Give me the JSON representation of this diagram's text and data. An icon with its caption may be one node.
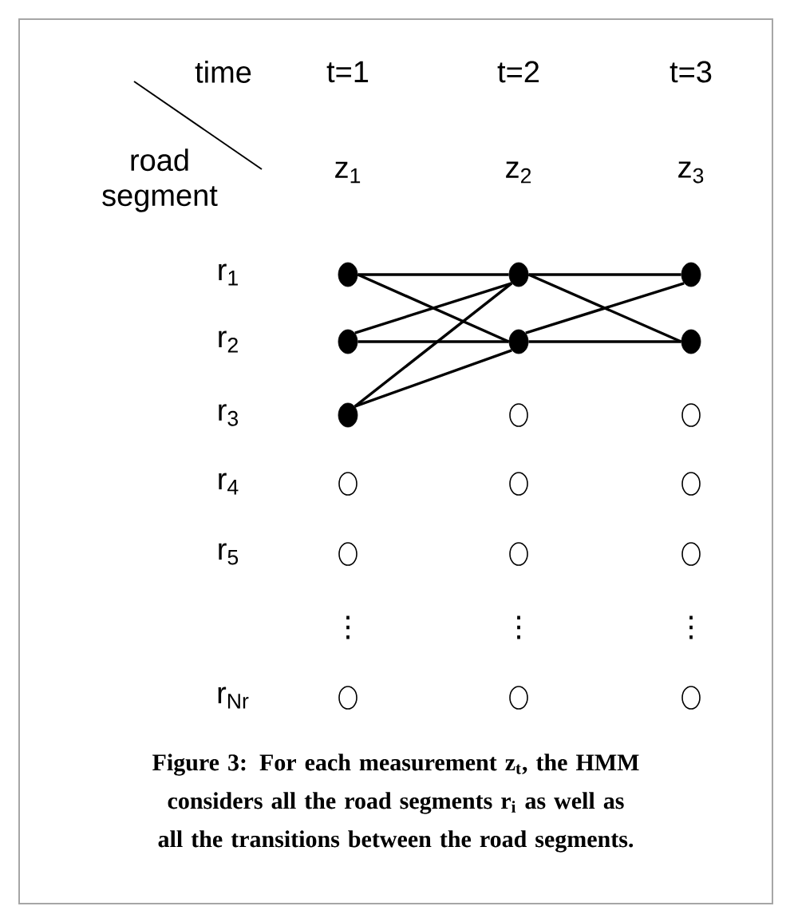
{
  "diagram": {
    "caption": "Figure 3: For each measurement z$_{t}$, the HMM considers all the road segments r$_{i}$ as well as all the transitions between the road segments.",
    "nodes": [
      {
        "text": [],
        "shape": "dot"
      },
      {
        "text": [],
        "shape": "dot"
      },
      {
        "text": [],
        "shape": "dot"
      },
      {
        "text": [],
        "shape": "dot"
      },
      {
        "text": [],
        "shape": "dot"
      },
      {
        "text": [],
        "shape": "dot"
      },
      {
        "text": [],
        "shape": "dot"
      },
      {
        "text": [],
        "shape": "circle"
      },
      {
        "text": [],
        "shape": "circle"
      },
      {
        "text": [],
        "shape": "circle"
      },
      {
        "text": [],
        "shape": "circle"
      },
      {
        "text": [],
        "shape": "circle"
      },
      {
        "text": [],
        "shape": "circle"
      },
      {
        "text": [],
        "shape": "circle"
      },
      {
        "text": [],
        "shape": "circle"
      },
      {
        "text": [],
        "shape": "circle"
      },
      {
        "text": [],
        "shape": "circle"
      },
      {
        "text": [],
        "shape": "circle"
      }
    ],
    "edges": [
      {
        "from": 0,
        "to": 1,
        "arrow": "none"
      },
      {
        "from": 0,
        "to": 4,
        "arrow": "none"
      },
      {
        "from": 3,
        "to": 1,
        "arrow": "none"
      },
      {
        "from": 3,
        "to": 4,
        "arrow": "none"
      },
      {
        "from": 6,
        "to": 1,
        "arrow": "none"
      },
      {
        "from": 6,
        "to": 4,
        "arrow": "none"
      },
      {
        "from": 1,
        "to": 2,
        "arrow": "none"
      },
      {
        "from": 1,
        "to": 5,
        "arrow": "none"
      },
      {
        "from": 4,
        "to": 2,
        "arrow": "none"
      },
      {
        "from": 4,
        "to": 5,
        "arrow": "none"
      }
    ],
    "labels": [
      "time",
      "t=1",
      "t=2",
      "t=3",
      "road segment",
      "z$_{1}$",
      "z$_{2}$",
      "z$_{3}$",
      "r$_{1}$",
      "r$_{2}$",
      "r$_{3}$",
      "r$_{4}$",
      "r$_{5}$",
      "⋮",
      "⋮",
      "⋮",
      "r$_{Nr}$"
    ]
  }
}
